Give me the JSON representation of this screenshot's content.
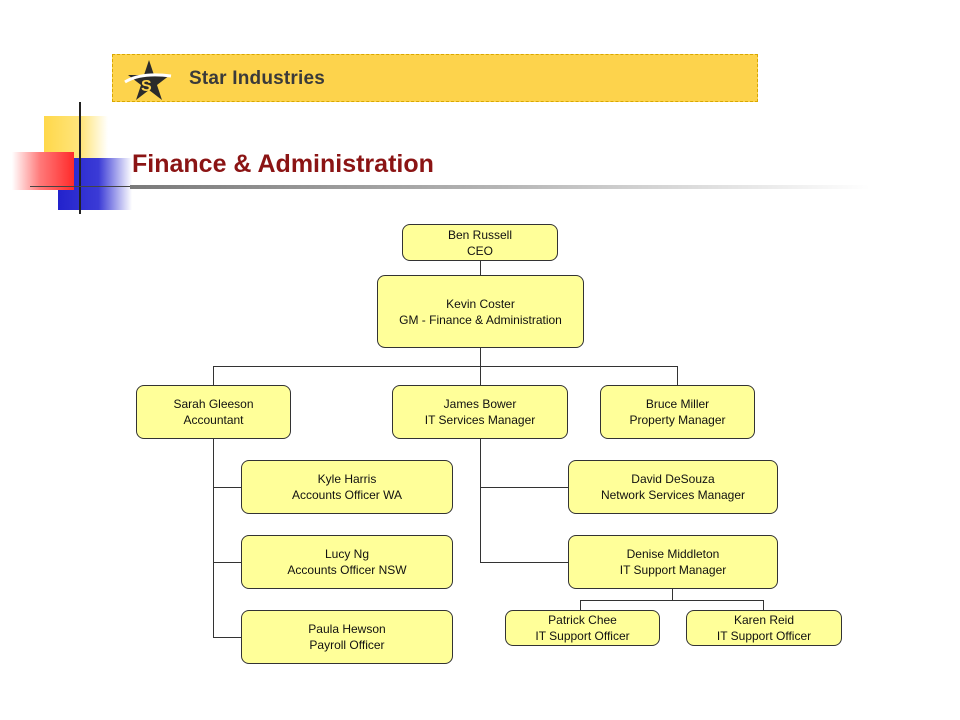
{
  "header": {
    "brand_name": "Star Industries",
    "logo_icon": "star-logo-icon",
    "page_title": "Finance & Administration",
    "colors": {
      "banner": "#fdd34c",
      "title": "#8b1414",
      "box_fill": "#ffff99"
    }
  },
  "org": {
    "ceo": {
      "name": "Ben Russell",
      "role": "CEO"
    },
    "gm": {
      "name": "Kevin Coster",
      "role": "GM - Finance & Administration"
    },
    "accountant": {
      "name": "Sarah Gleeson",
      "role": "Accountant"
    },
    "it_manager": {
      "name": "James Bower",
      "role": "IT Services Manager"
    },
    "property_manager": {
      "name": "Bruce Miller",
      "role": "Property Manager"
    },
    "accounts_wa": {
      "name": "Kyle Harris",
      "role": "Accounts Officer WA"
    },
    "accounts_nsw": {
      "name": "Lucy Ng",
      "role": "Accounts Officer NSW"
    },
    "payroll": {
      "name": "Paula Hewson",
      "role": "Payroll Officer"
    },
    "network_manager": {
      "name": "David DeSouza",
      "role": "Network Services Manager"
    },
    "support_manager": {
      "name": "Denise Middleton",
      "role": "IT Support Manager"
    },
    "support_officer_1": {
      "name": "Patrick Chee",
      "role": "IT Support Officer"
    },
    "support_officer_2": {
      "name": "Karen Reid",
      "role": "IT Support Officer"
    }
  }
}
